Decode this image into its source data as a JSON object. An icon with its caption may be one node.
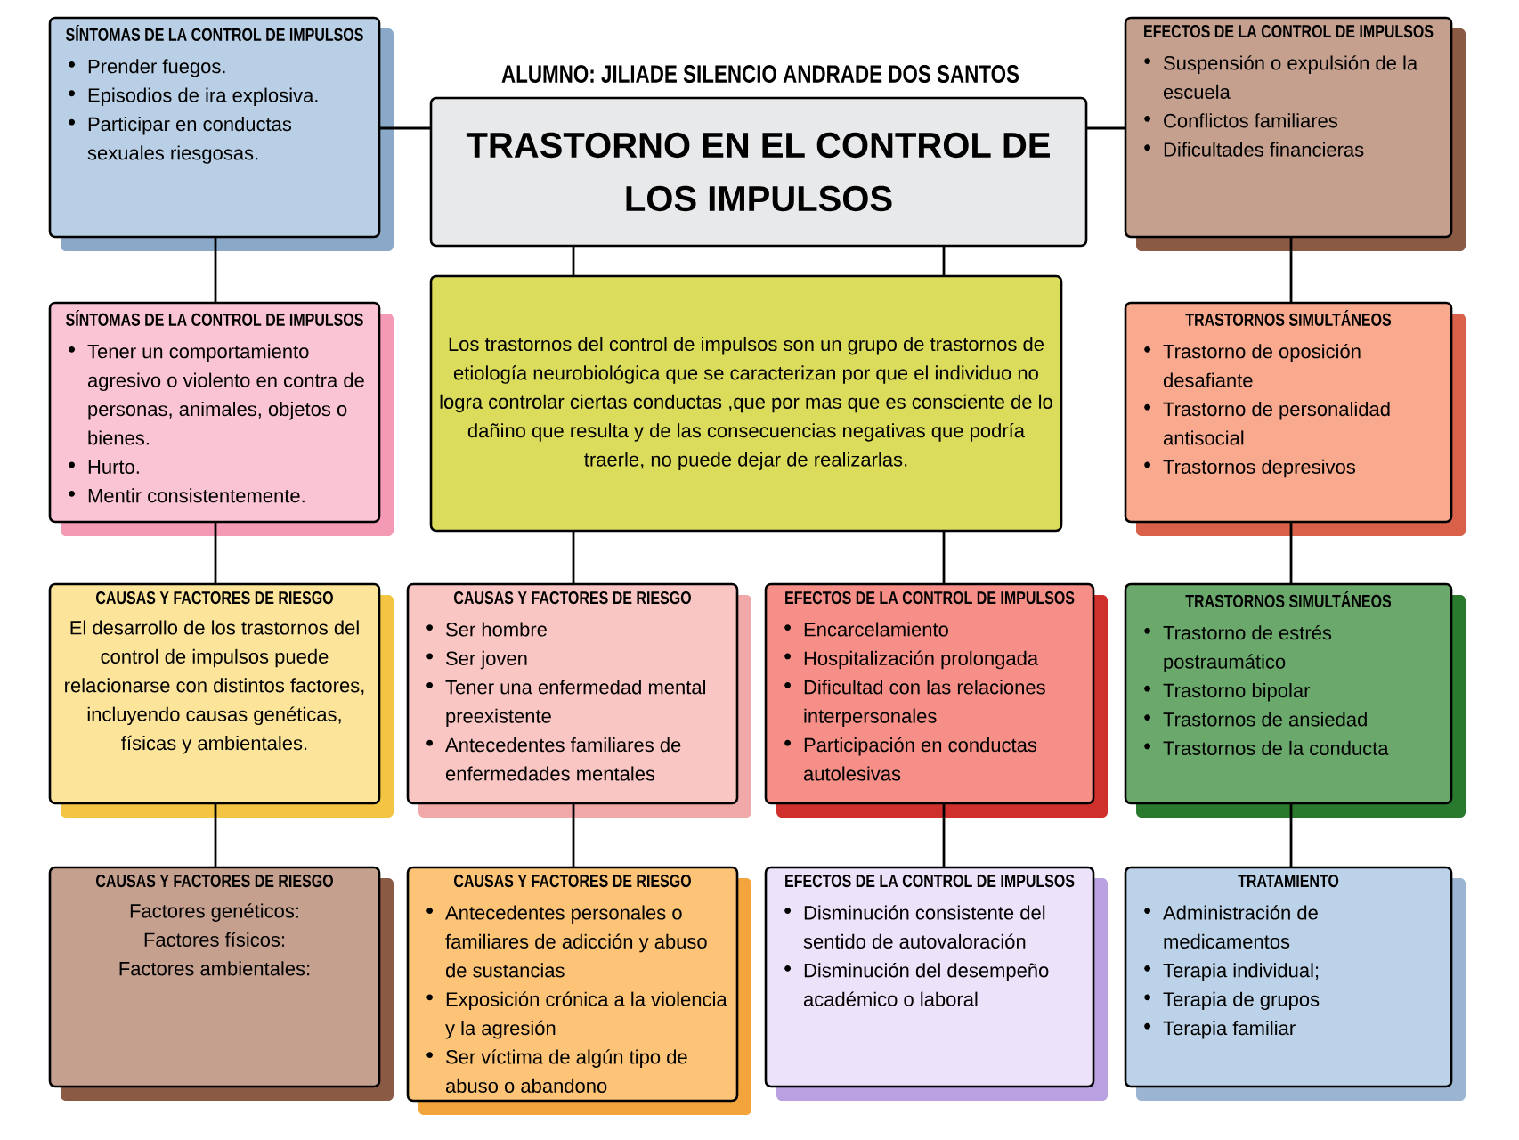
{
  "diagram": {
    "nodes": [
      {
        "text": [
          "TRASTORNO EN EL CONTROL DE LOS IMPULSOS"
        ]
      },
      {
        "text": [
          "SÍNTOMAS DE LA CONTROL DE IMPULSOS",
          "Prender fuegos.",
          "Episodios de ira explosiva.",
          "Participar en conductas sexuales riesgosas."
        ]
      },
      {
        "text": [
          "EFECTOS DE LA CONTROL DE IMPULSOS",
          "Suspensión o expulsión de la escuela",
          "Conflictos familiares",
          "Dificultades financieras"
        ]
      },
      {
        "text": [
          "SÍNTOMAS DE LA CONTROL DE IMPULSOS",
          "Tener un comportamiento agresivo o violento en contra de personas, animales, objetos o bienes.",
          "Hurto.",
          "Mentir consistentemente."
        ]
      },
      {
        "text": [
          "Los trastornos del control de impulsos son un grupo de trastornos de etiología neurobiológica que se caracterizan por que el individuo no logra controlar ciertas conductas ,que por mas que es consciente de lo dañino que resulta y de las consecuencias negativas que podría traerle, no puede dejar de realizarlas."
        ]
      },
      {
        "text": [
          "TRASTORNOS SIMULTÁNEOS",
          "Trastorno de oposición desafiante",
          "Trastorno de personalidad antisocial",
          "Trastornos depresivos"
        ]
      },
      {
        "text": [
          "CAUSAS Y FACTORES DE RIESGO",
          "El desarrollo de los trastornos del control de impulsos puede relacionarse con distintos factores, incluyendo causas genéticas, físicas y ambientales."
        ]
      },
      {
        "text": [
          "CAUSAS Y FACTORES DE RIESGO",
          "Ser hombre",
          "Ser joven",
          "Tener una enfermedad mental preexistente",
          "Antecedentes familiares de enfermedades mentales"
        ]
      },
      {
        "text": [
          "EFECTOS DE LA CONTROL DE IMPULSOS",
          "Encarcelamiento",
          "Hospitalización prolongada",
          "Dificultad con las relaciones interpersonales",
          "Participación en conductas autolesivas"
        ]
      },
      {
        "text": [
          "TRASTORNOS SIMULTÁNEOS",
          "Trastorno de estrés postraumático",
          "Trastorno bipolar",
          "Trastornos de ansiedad",
          "Trastornos de la conducta"
        ]
      },
      {
        "text": [
          "CAUSAS Y FACTORES DE RIESGO",
          "Factores genéticos:",
          "Factores físicos:",
          "Factores ambientales:"
        ]
      },
      {
        "text": [
          "CAUSAS Y FACTORES DE RIESGO",
          "Antecedentes personales o familiares de adicción y abuso de sustancias",
          "Exposición crónica a la violencia y la agresión",
          "Ser víctima de algún tipo de abuso o abandono"
        ]
      },
      {
        "text": [
          "EFECTOS DE LA CONTROL DE IMPULSOS",
          "Disminución consistente del sentido de autovaloración",
          "Disminución del desempeño académico o laboral"
        ]
      },
      {
        "text": [
          "TRATAMIENTO",
          "Administración de medicamentos",
          "Terapia individual;",
          "Terapia de grupos",
          "Terapia familiar"
        ]
      }
    ],
    "edges": [
      {
        "from": 1,
        "to": 0,
        "arrow": "none"
      },
      {
        "from": 0,
        "to": 2,
        "arrow": "none"
      },
      {
        "from": 1,
        "to": 3,
        "arrow": "none"
      },
      {
        "from": 0,
        "to": 4,
        "arrow": "none"
      },
      {
        "from": 0,
        "to": 4,
        "arrow": "none"
      },
      {
        "from": 2,
        "to": 5,
        "arrow": "none"
      },
      {
        "from": 3,
        "to": 6,
        "arrow": "none"
      },
      {
        "from": 4,
        "to": 7,
        "arrow": "none"
      },
      {
        "from": 4,
        "to": 8,
        "arrow": "none"
      },
      {
        "from": 5,
        "to": 9,
        "arrow": "none"
      },
      {
        "from": 6,
        "to": 10,
        "arrow": "none"
      },
      {
        "from": 7,
        "to": 11,
        "arrow": "none"
      },
      {
        "from": 8,
        "to": 12,
        "arrow": "none"
      },
      {
        "from": 9,
        "to": 13,
        "arrow": "none"
      }
    ],
    "labels": [
      "ALUMNO: JILIADE SILENCIO ANDRADE DOS SANTOS"
    ]
  }
}
